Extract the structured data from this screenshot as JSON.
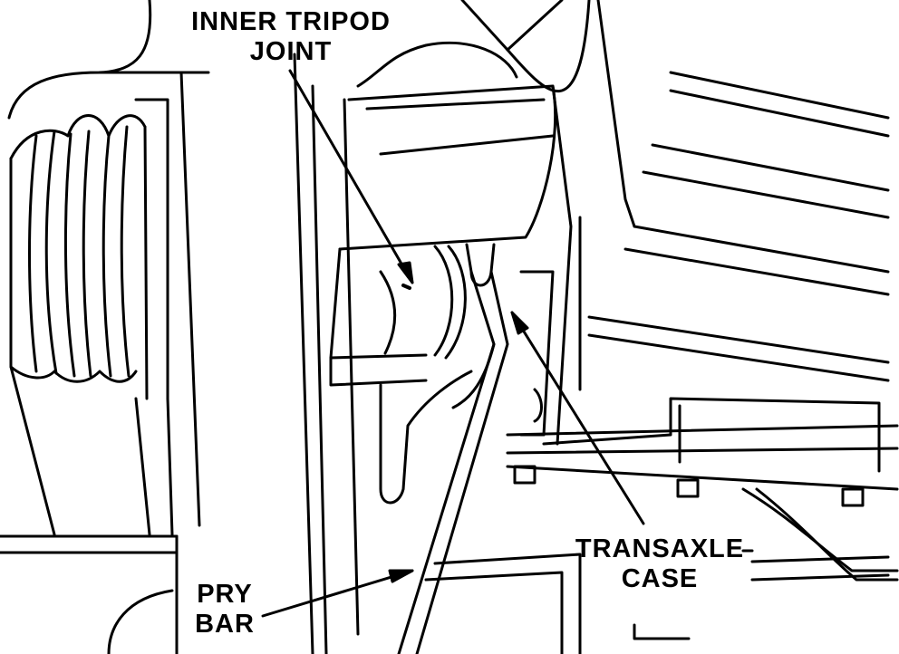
{
  "diagram": {
    "labels": {
      "inner_tripod_joint": [
        "INNER TRIPOD",
        "JOINT"
      ],
      "transaxle_case": [
        "TRANSAXLE",
        "CASE"
      ],
      "pry_bar": [
        "PRY",
        "BAR"
      ]
    },
    "colors": {
      "ink": "#000000",
      "paper": "#ffffff"
    }
  }
}
